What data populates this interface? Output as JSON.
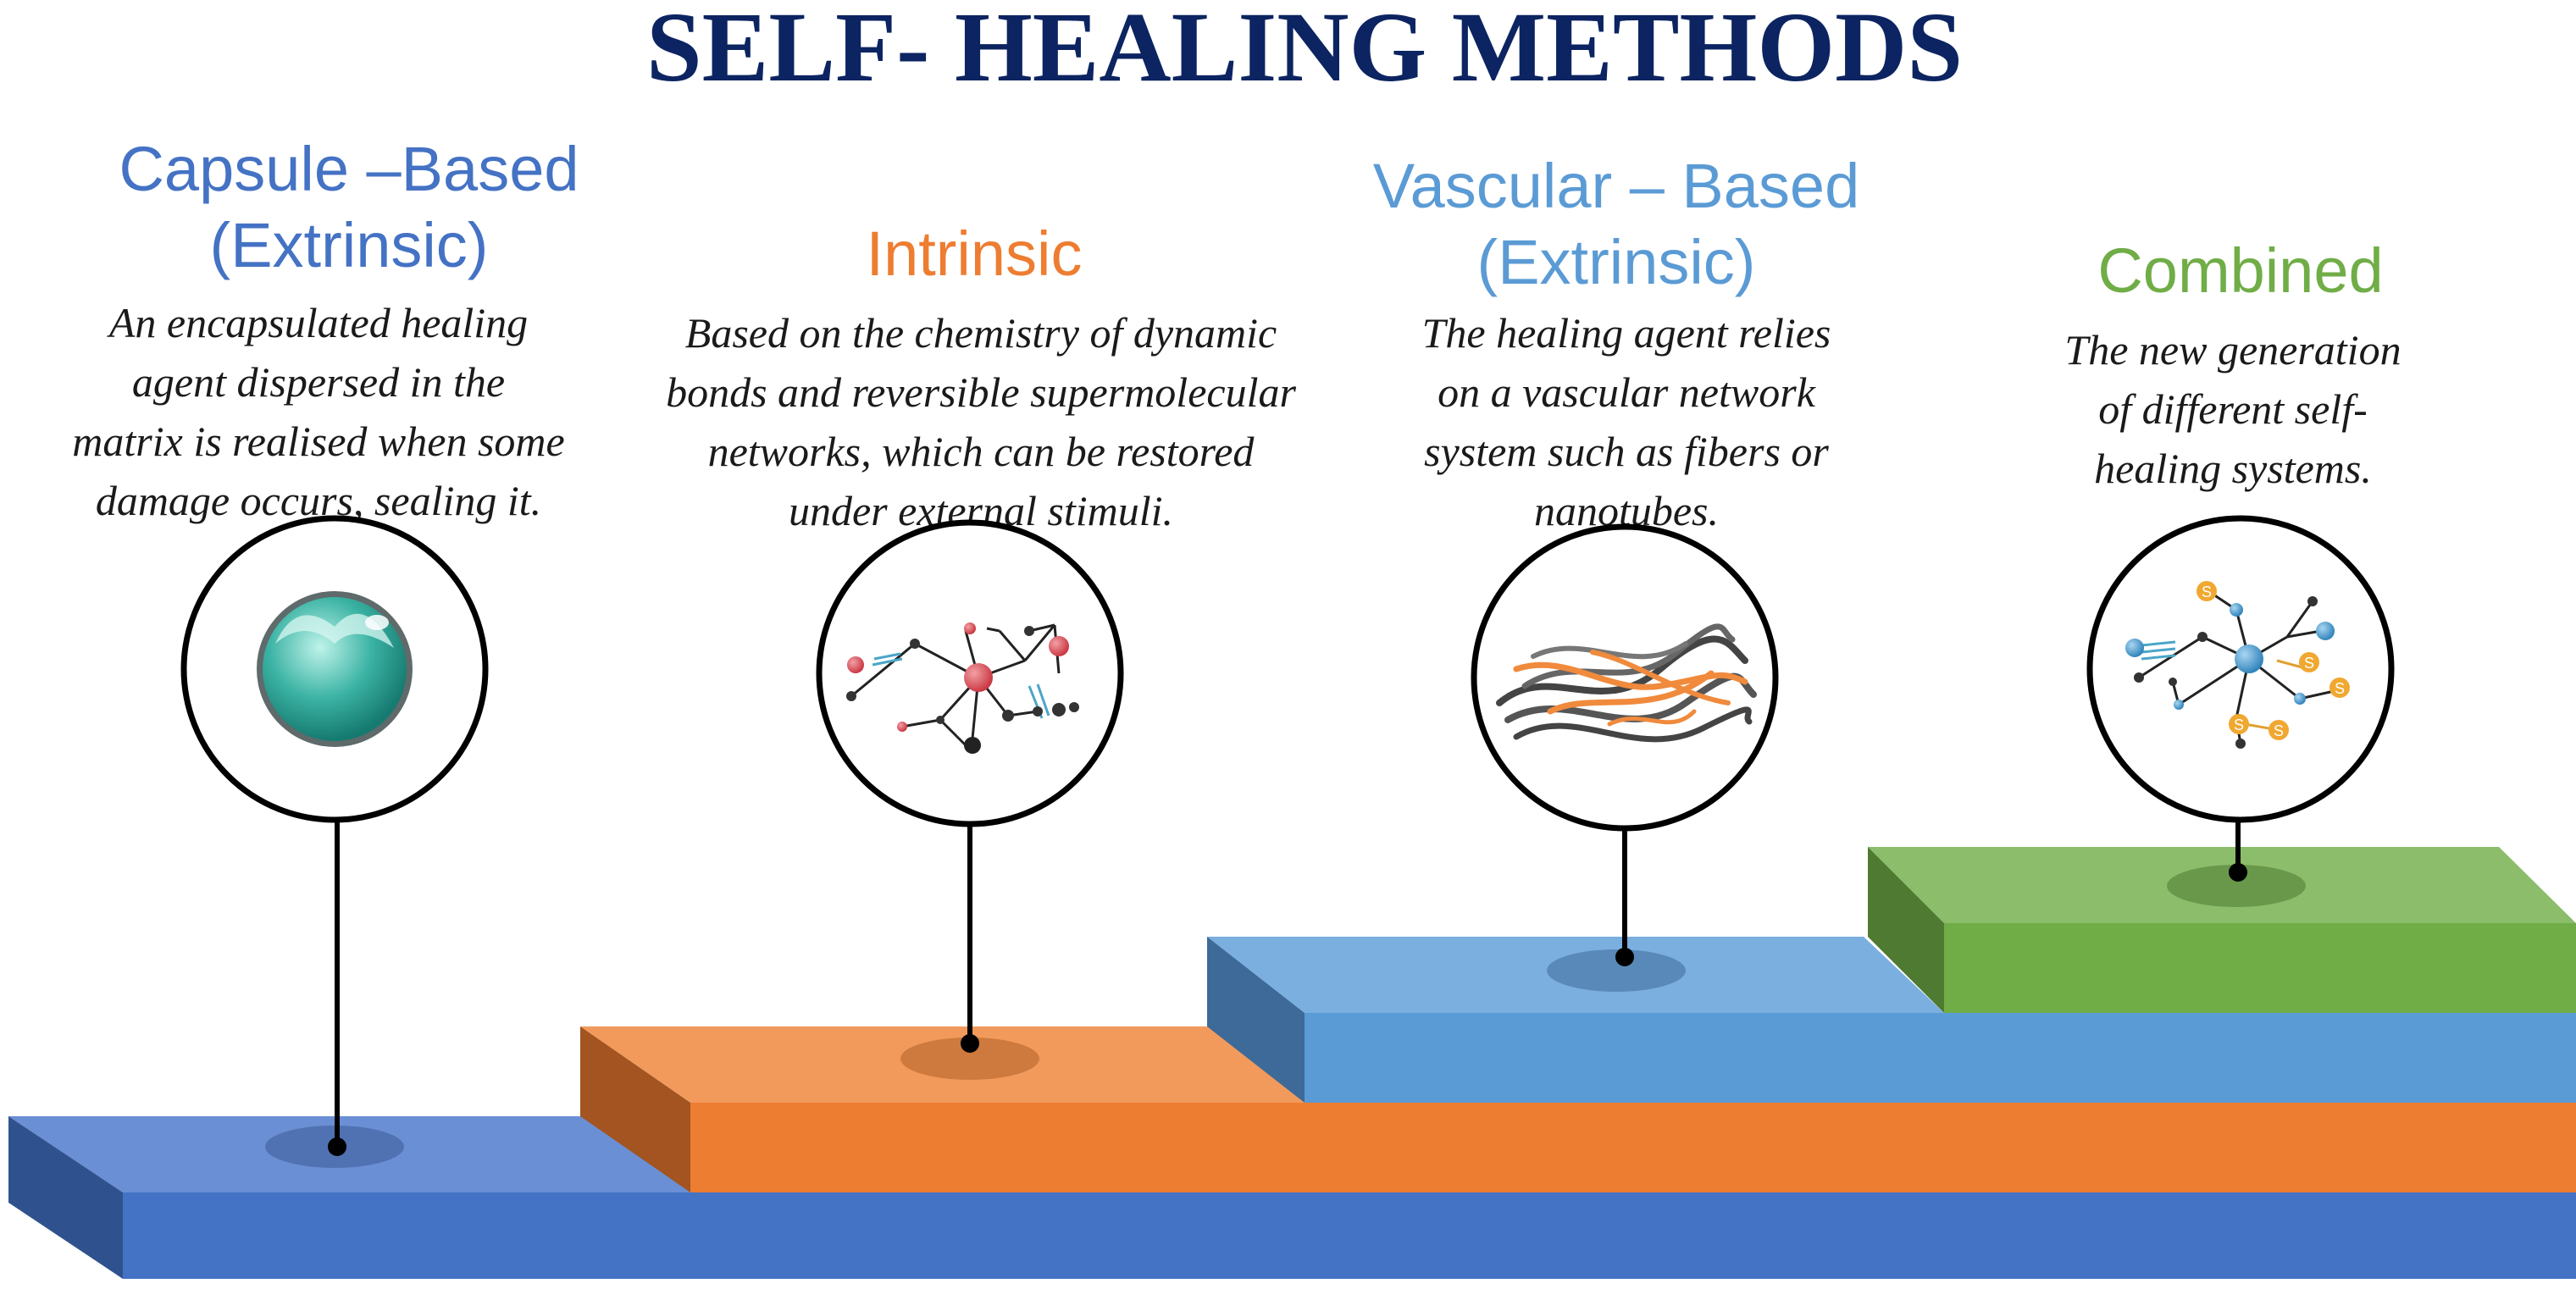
{
  "title": "SELF- HEALING METHODS",
  "colors": {
    "title": "#0c2461",
    "capsule": "#4472c4",
    "intrinsic": "#ed7d31",
    "vascular": "#5b9bd5",
    "combined": "#70ad47"
  },
  "methods": [
    {
      "heading_line1": "Capsule –Based",
      "heading_line2": "(Extrinsic)",
      "description_lines": [
        "An encapsulated healing",
        "agent dispersed in the",
        "matrix is realised when some",
        "damage occurs, sealing it."
      ],
      "icon": "capsule-sphere-icon"
    },
    {
      "heading_line1": "Intrinsic",
      "heading_line2": "",
      "description_lines": [
        "Based on the chemistry of dynamic",
        "bonds and reversible supermolecular",
        "networks, which can be restored",
        "under external stimuli."
      ],
      "icon": "molecular-network-icon"
    },
    {
      "heading_line1": "Vascular – Based",
      "heading_line2": "(Extrinsic)",
      "description_lines": [
        "The healing agent relies",
        "on a vascular network",
        "system such as fibers or",
        "nanotubes."
      ],
      "icon": "fiber-network-icon"
    },
    {
      "heading_line1": "Combined",
      "heading_line2": "",
      "description_lines": [
        "The new generation",
        "of different self-",
        "healing systems."
      ],
      "icon": "combined-network-icon"
    }
  ]
}
